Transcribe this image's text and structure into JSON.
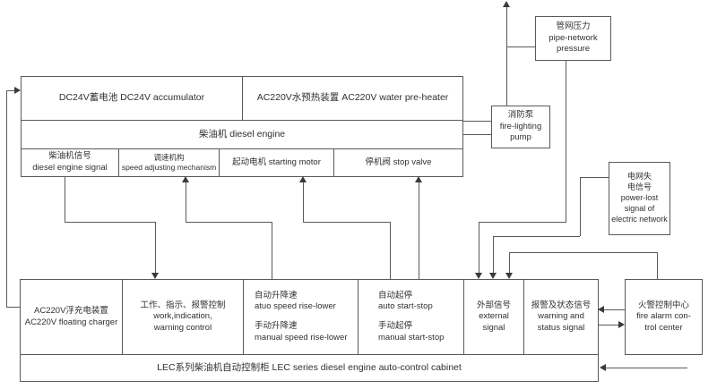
{
  "title": "LEC series diesel engine auto-control system diagram",
  "colors": {
    "background": "#ffffff",
    "line": "#5a5a5a",
    "text": "#303030"
  },
  "nodes": {
    "accumulator": {
      "lines": [
        "DC24V蓄电池 DC24V accumulator"
      ]
    },
    "water_preheater": {
      "lines": [
        "AC220V水预热装置 AC220V water pre-heater"
      ]
    },
    "diesel_engine": {
      "lines": [
        "柴油机 diesel engine"
      ]
    },
    "engine_signal": {
      "lines": [
        "柴油机信号",
        "diesel engine signal"
      ]
    },
    "speed_mechanism": {
      "lines": [
        "调速机构",
        "speed adjusting mechanism"
      ]
    },
    "starting_motor": {
      "lines": [
        "起动电机 starting motor"
      ]
    },
    "stop_valve": {
      "lines": [
        "停机阀 stop valve"
      ]
    },
    "pipe_pressure": {
      "lines": [
        "管网压力",
        "pipe-network",
        "pressure"
      ]
    },
    "fire_pump": {
      "lines": [
        "消防泵",
        "fire-lighting",
        "pump"
      ]
    },
    "power_lost": {
      "lines": [
        "电网失",
        "电信号",
        "power-lost",
        "signal of",
        "electric network"
      ]
    },
    "fire_alarm": {
      "lines": [
        "火警控制中心",
        "fire alarm con-",
        "trol center"
      ]
    },
    "floating_charger": {
      "lines": [
        "AC220V浮充电装置",
        "AC220V floating charger"
      ]
    },
    "work_control": {
      "lines": [
        "工作、指示、报警控制",
        "work,indication,",
        "warning control"
      ]
    },
    "speed_rise_lower": {
      "lines": [
        "自动升降速",
        "atuo speed rise-lower",
        "手动升降速",
        "manual speed rise-lower"
      ]
    },
    "start_stop": {
      "lines": [
        "自动起停",
        "auto start-stop",
        "手动起停",
        "manual start-stop"
      ]
    },
    "external_signal": {
      "lines": [
        "外部信号",
        "external",
        "signal"
      ]
    },
    "warning_signal": {
      "lines": [
        "报警及状态信号",
        "warning and",
        "status signal"
      ]
    },
    "cabinet_label": {
      "lines": [
        "LEC系列柴油机自动控制柜 LEC series diesel engine auto-control cabinet"
      ]
    }
  }
}
